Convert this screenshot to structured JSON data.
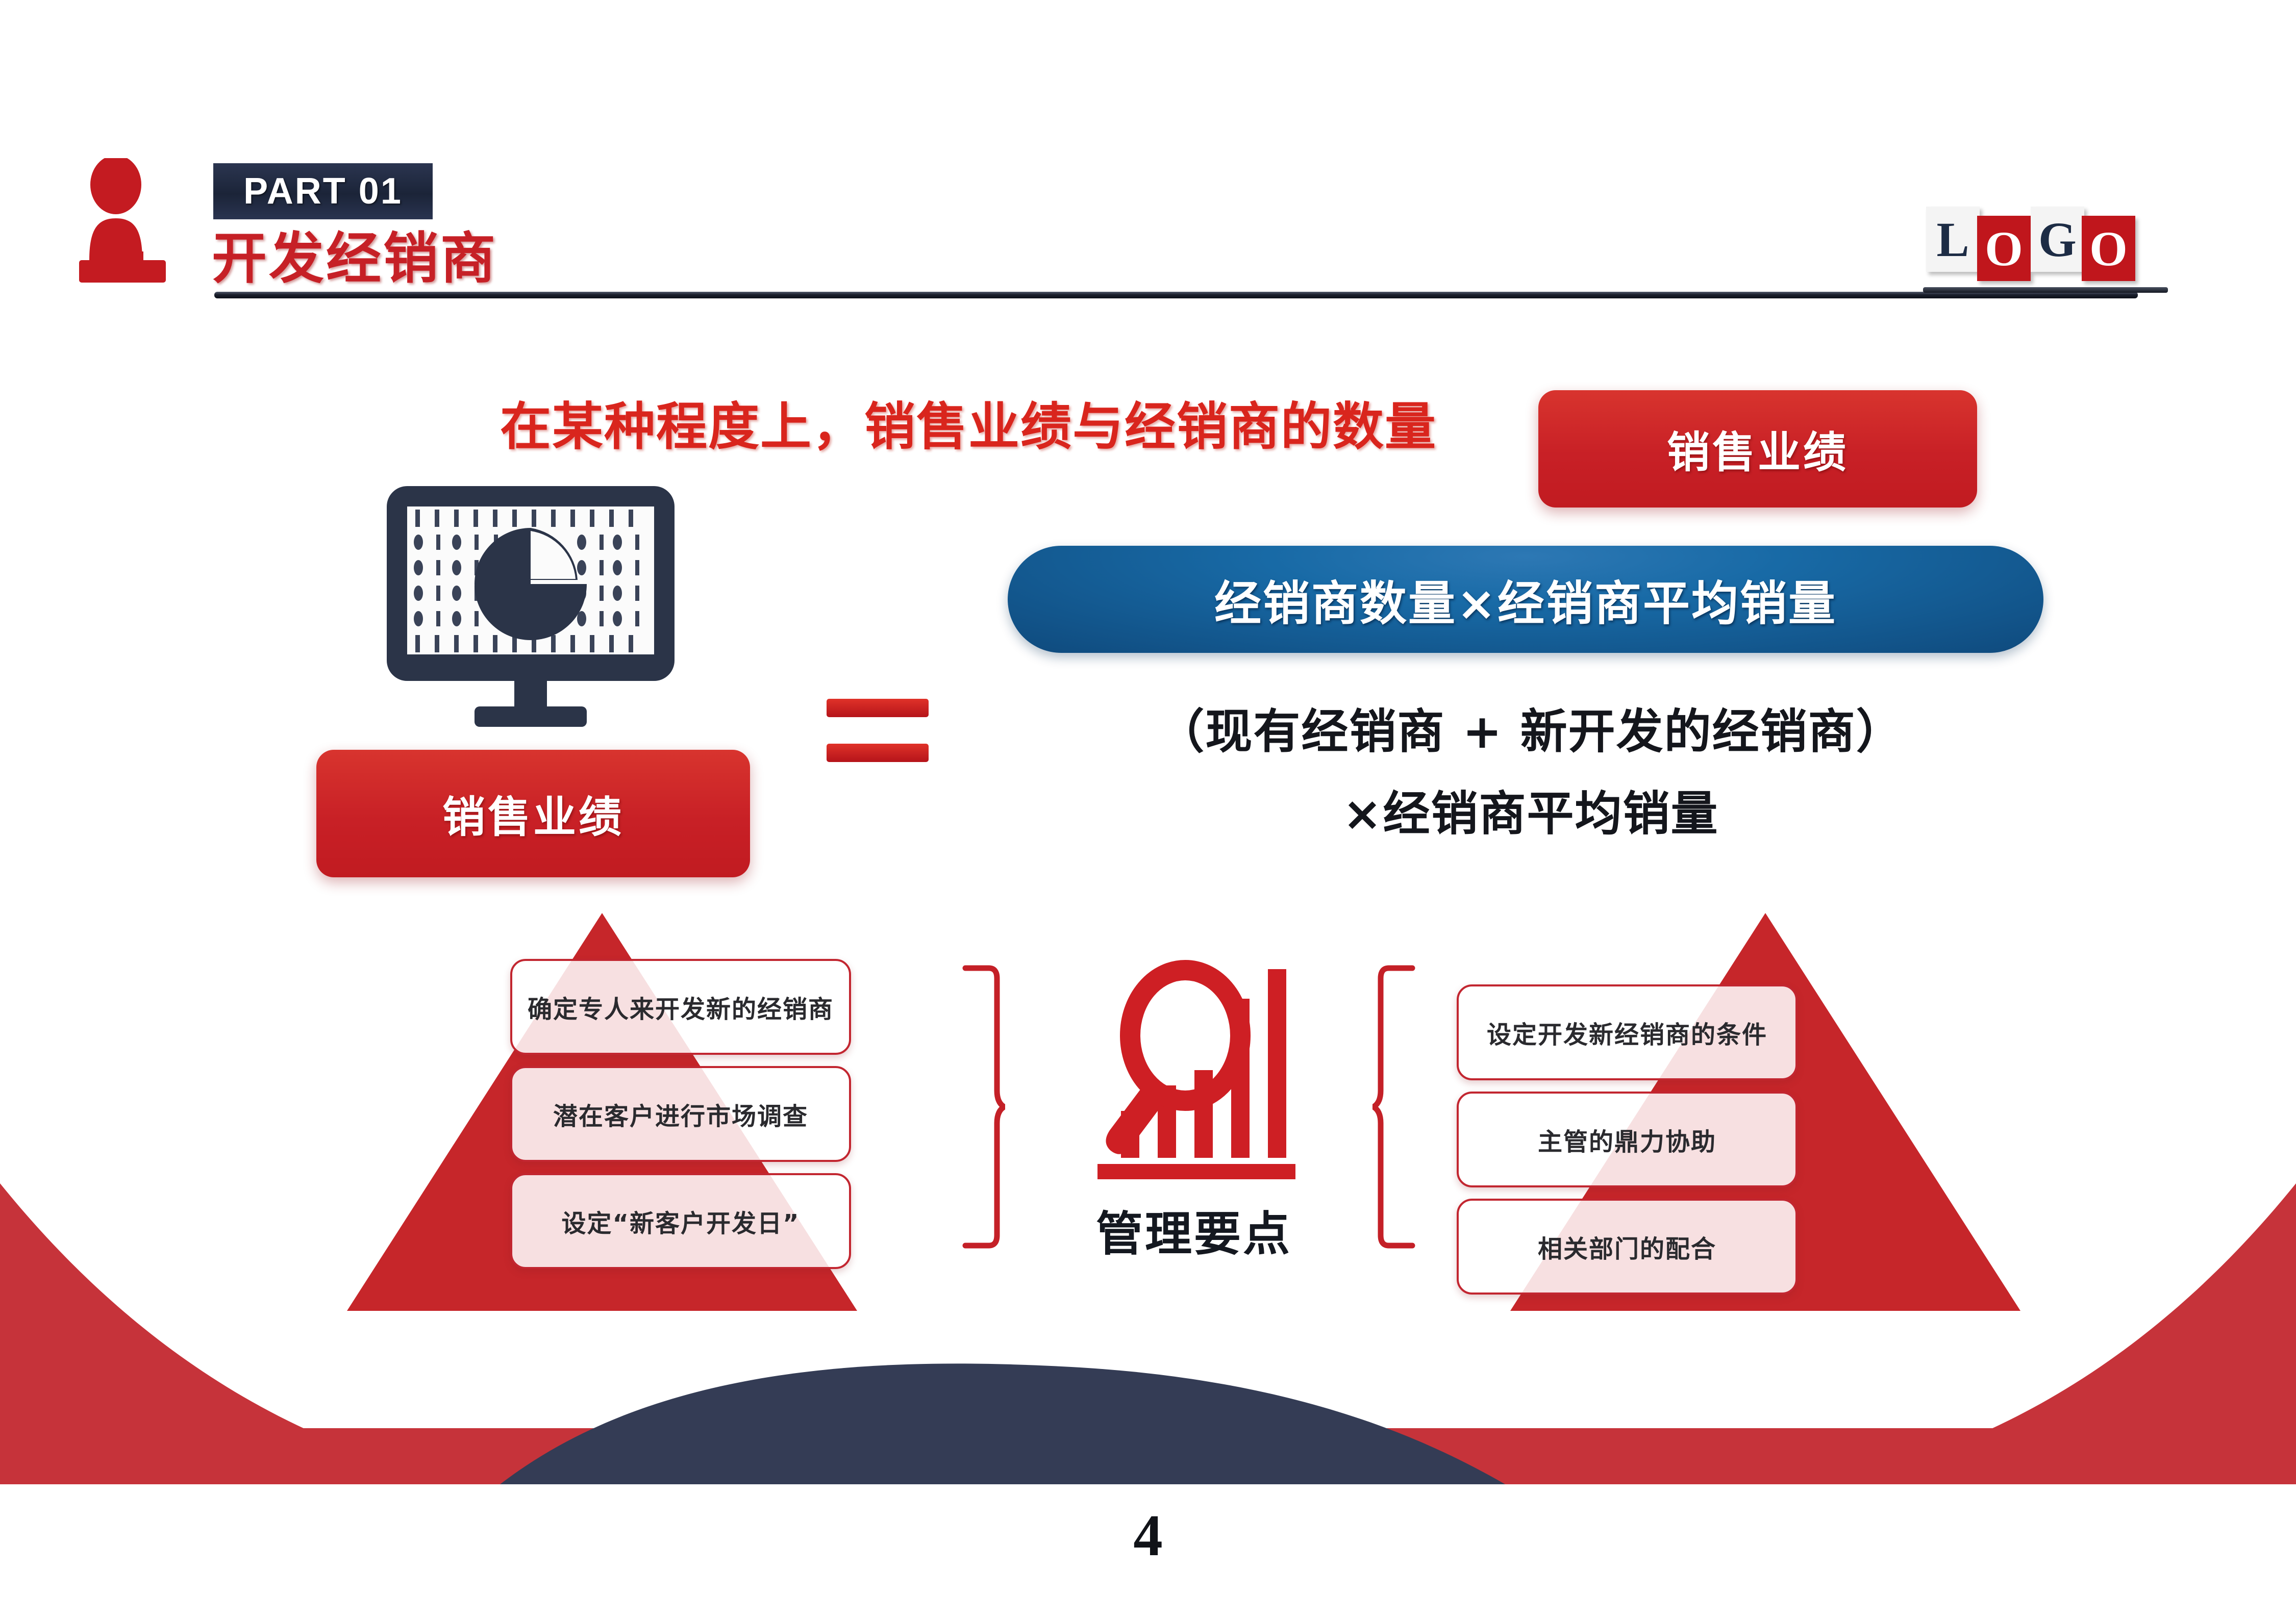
{
  "header": {
    "part_badge": "PART 01",
    "section_title": "开发经销商",
    "speaker_icon": "speaker-podium-icon",
    "logo": {
      "t1": "L",
      "t2": "O",
      "t3": "G",
      "t4": "O"
    }
  },
  "headline": "在某种程度上，销售业绩与经销商的数量",
  "diagram": {
    "monitor_icon": "monitor-pie-chart-icon",
    "sales_box_left": "销售业绩",
    "sales_box_top": "销售业绩",
    "blue_formula": "经销商数量×经销商平均销量",
    "equals_sign": "=",
    "formula_line1": "（现有经销商 + 新开发的经销商）",
    "formula_line2": "×经销商平均销量"
  },
  "left_points": [
    "确定专人来开发新的经销商",
    "潜在客户进行市场调查",
    "设定“新客户开发日”"
  ],
  "right_points": [
    "设定开发新经销商的条件",
    "主管的鼎力协助",
    "相关部门的配合"
  ],
  "center": {
    "icon": "magnifier-bar-chart-icon",
    "label": "管理要点",
    "brace_left_icon": "curly-brace-right-icon",
    "brace_right_icon": "curly-brace-left-icon"
  },
  "footer": {
    "page_number": "4"
  },
  "colors": {
    "brand_red": "#C62026",
    "deep_red": "#C6333A",
    "accent_blue": "#155488",
    "navy": "#343C55",
    "dark_ink": "#1B2438"
  }
}
